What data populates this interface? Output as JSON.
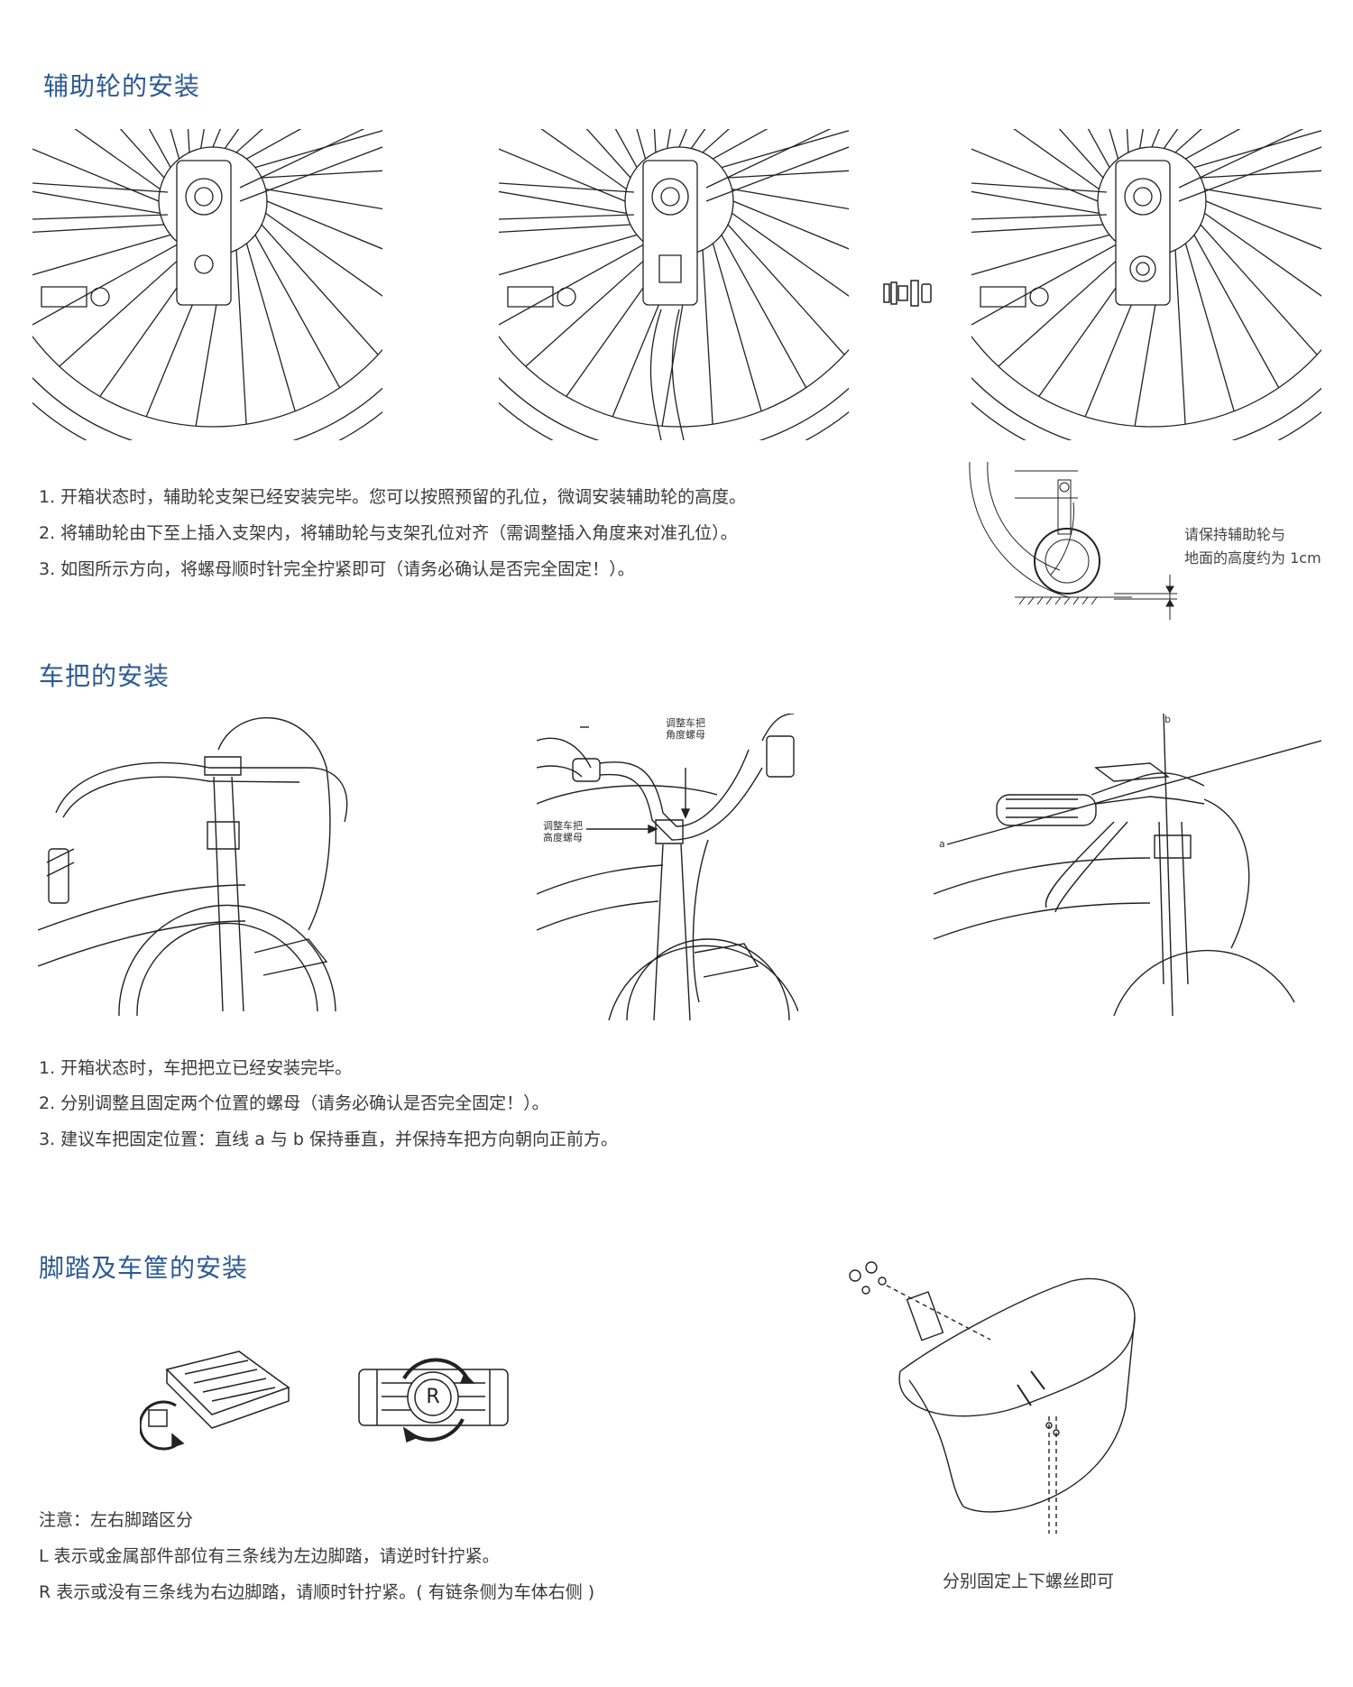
{
  "colors": {
    "heading": "#2d5a93",
    "text": "#3a3a3a",
    "line": "#222222"
  },
  "section1": {
    "title": "辅助轮的安装",
    "steps": [
      "1. 开箱状态时，辅助轮支架已经安装完毕。您可以按照预留的孔位，微调安装辅助轮的高度。",
      "2. 将辅助轮由下至上插入支架内，将辅助轮与支架孔位对齐（需调整插入角度来对准孔位）。",
      "3. 如图所示方向，将螺母顺时针完全拧紧即可（请务必确认是否完全固定！）。"
    ],
    "height_note": [
      "请保持辅助轮与",
      "地面的高度约为 1cm"
    ]
  },
  "section2": {
    "title": "车把的安装",
    "callouts": {
      "angle_nut": [
        "调整车把",
        "角度螺母"
      ],
      "height_nut": [
        "调整车把",
        "高度螺母"
      ],
      "line_a": "a",
      "line_b": "b"
    },
    "steps": [
      "1. 开箱状态时，车把把立已经安装完毕。",
      "2. 分别调整且固定两个位置的螺母（请务必确认是否完全固定！）。",
      "3. 建议车把固定位置：直线 a 与 b 保持垂直，并保持车把方向朝向正前方。"
    ]
  },
  "section3": {
    "title": "脚踏及车筐的安装",
    "pedal_mark": "R",
    "notes": [
      "注意：左右脚踏区分",
      "L 表示或金属部件部位有三条线为左边脚踏，请逆时针拧紧。",
      "R 表示或没有三条线为右边脚踏，请顺时针拧紧。( 有链条侧为车体右侧 )"
    ],
    "basket_caption": "分别固定上下螺丝即可"
  }
}
